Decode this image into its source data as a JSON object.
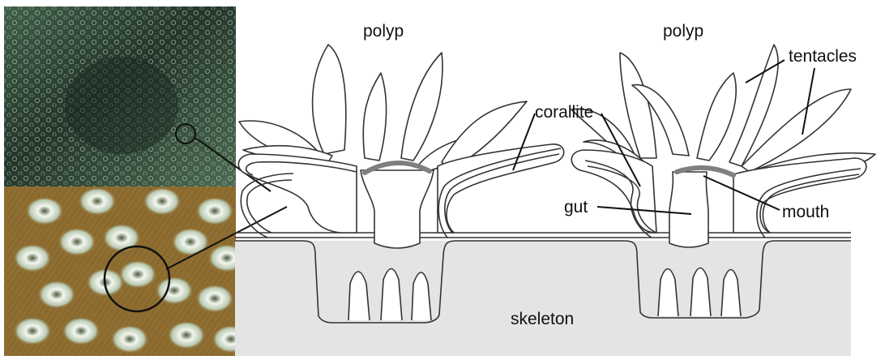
{
  "labels": {
    "polyp_left": "polyp",
    "polyp_right": "polyp",
    "tentacles": "tentacles",
    "corallite": "corallite",
    "gut": "gut",
    "mouth": "mouth",
    "skeleton": "skeleton"
  },
  "colors": {
    "skeleton_fill": "#e4e4e4",
    "outline": "#333333",
    "mouth_band": "#7f7f7f",
    "photo_green": "#2f4a36",
    "photo_brown": "#8a6a2e",
    "polyp_white": "#e6f0e8"
  },
  "photos": {
    "top": "coral colony close-up (green)",
    "bottom": "coral polyps close-up (brown)"
  }
}
